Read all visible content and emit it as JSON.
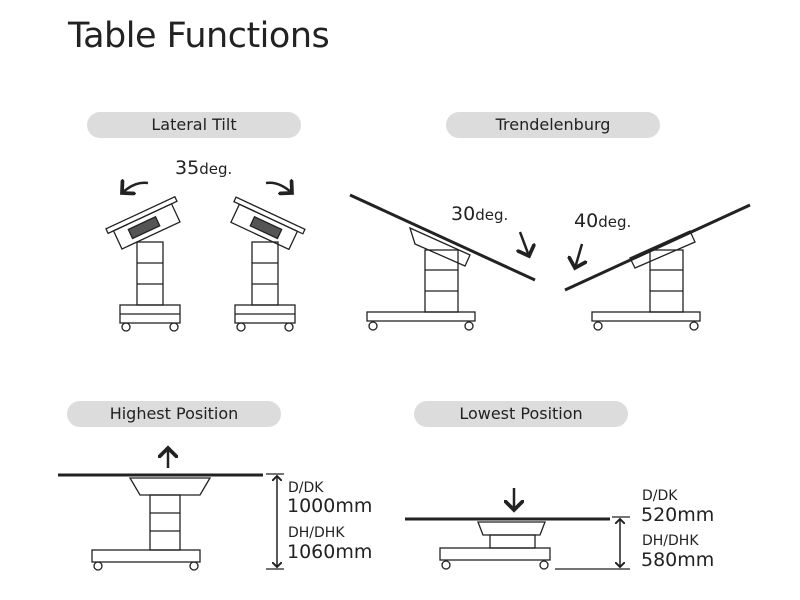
{
  "title": "Table Functions",
  "sections": {
    "lateral_tilt": {
      "label": "Lateral Tilt",
      "angle_value": "35",
      "angle_unit": "deg."
    },
    "trendelenburg": {
      "label": "Trendelenburg",
      "left_value": "30",
      "right_value": "40",
      "unit": "deg."
    },
    "highest": {
      "label": "Highest Position",
      "model1": "D/DK",
      "value1": "1000mm",
      "model2": "DH/DHK",
      "value2": "1060mm"
    },
    "lowest": {
      "label": "Lowest Position",
      "model1": "D/DK",
      "value1": "520mm",
      "model2": "DH/DHK",
      "value2": "580mm"
    }
  }
}
